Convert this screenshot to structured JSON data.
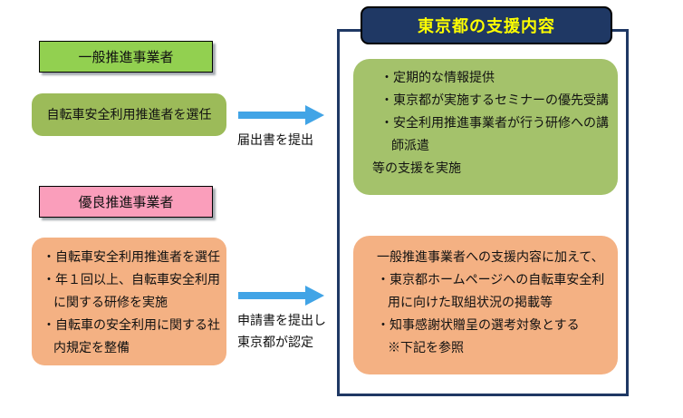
{
  "title": "東京都の支援内容",
  "colors": {
    "frame_navy": "#1f3864",
    "title_text_yellow": "#ffff00",
    "label_green": "#92d050",
    "label_pink": "#fa9ebb",
    "action_olive": "#9cbb59",
    "support_olive": "#a4c26b",
    "orange": "#f4b183",
    "arrow_blue": "#41a4e6"
  },
  "general": {
    "label": "一般推進事業者",
    "action": "自転車安全利用推進者を選任",
    "arrow_caption": "届出書を提出",
    "support_lines": [
      "・定期的な情報提供",
      "・東京都が実施するセミナーの優先受講",
      "・安全利用推進事業者が行う研修への講",
      "師派遣",
      "等の支援を実施"
    ]
  },
  "excellent": {
    "label": "優良推進事業者",
    "requirements_lines": [
      "・自転車安全利用推進者を選任",
      "・年１回以上、自転車安全利用",
      "に関する研修を実施",
      "・自転車の安全利用に関する社",
      "内規定を整備"
    ],
    "arrow_caption_line1": "申請書を提出し",
    "arrow_caption_line2": "東京都が認定",
    "support_lines": [
      "一般推進事業者への支援内容に加えて、",
      "・東京都ホームページへの自転車安全利",
      "用に向けた取組状況の掲載等",
      "・知事感謝状贈呈の選考対象とする",
      "※下記を参照"
    ]
  }
}
